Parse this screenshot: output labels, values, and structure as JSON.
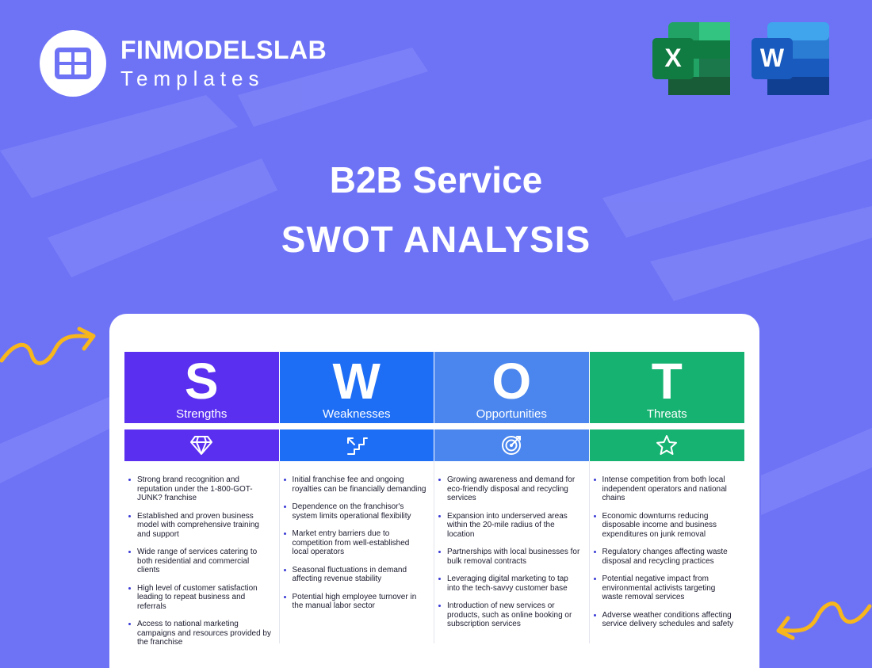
{
  "brand": {
    "name": "FINMODELSLAB",
    "sub": "Templates"
  },
  "apps": {
    "excel_letter": "X",
    "word_letter": "W",
    "excel_icon": "excel-icon",
    "word_icon": "word-icon"
  },
  "title": {
    "line1": "B2B Service",
    "line2": "SWOT ANALYSIS"
  },
  "colors": {
    "background": "#6e73f6",
    "strengths": "#5a2ff0",
    "weaknesses": "#1e6ef5",
    "opportunities": "#4a86ee",
    "threats": "#16b271",
    "arrow": "#f7b61b"
  },
  "swot": [
    {
      "letter": "S",
      "label": "Strengths",
      "icon": "diamond-icon",
      "items": [
        "Strong brand recognition and reputation under the 1-800-GOT-JUNK? franchise",
        "Established and proven business model with comprehensive training and support",
        "Wide range of services catering to both residential and commercial clients",
        "High level of customer satisfaction leading to repeat business and referrals",
        "Access to national marketing campaigns and resources provided by the franchise"
      ]
    },
    {
      "letter": "W",
      "label": "Weaknesses",
      "icon": "stairs-down-icon",
      "items": [
        "Initial franchise fee and ongoing royalties can be financially demanding",
        "Dependence on the franchisor's system limits operational flexibility",
        "Market entry barriers due to competition from well-established local operators",
        "Seasonal fluctuations in demand affecting revenue stability",
        "Potential high employee turnover in the manual labor sector"
      ]
    },
    {
      "letter": "O",
      "label": "Opportunities",
      "icon": "target-icon",
      "items": [
        "Growing awareness and demand for eco-friendly disposal and recycling services",
        "Expansion into underserved areas within the 20-mile radius of the location",
        "Partnerships with local businesses for bulk removal contracts",
        "Leveraging digital marketing to tap into the tech-savvy customer base",
        "Introduction of new services or products, such as online booking or subscription services"
      ]
    },
    {
      "letter": "T",
      "label": "Threats",
      "icon": "star-icon",
      "items": [
        "Intense competition from both local independent operators and national chains",
        "Economic downturns reducing disposable income and business expenditures on junk removal",
        "Regulatory changes affecting waste disposal and recycling practices",
        "Potential negative impact from environmental activists targeting waste removal services",
        "Adverse weather conditions affecting service delivery schedules and safety"
      ]
    }
  ]
}
